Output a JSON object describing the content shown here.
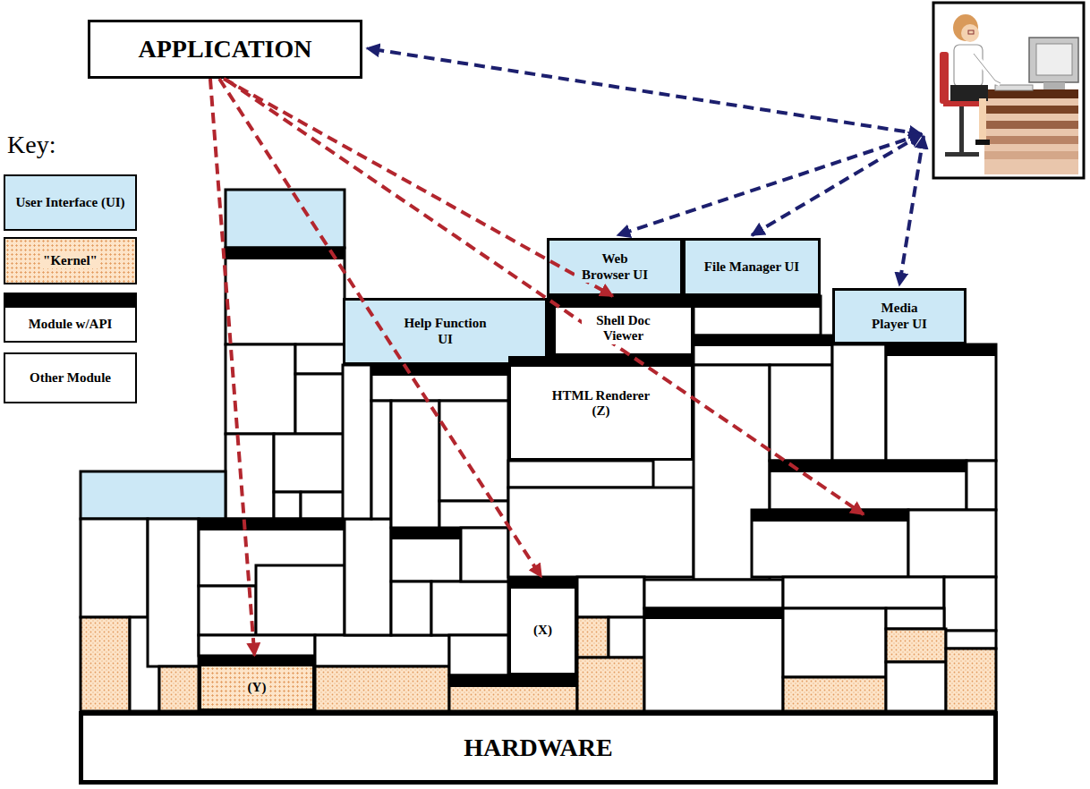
{
  "diagram": {
    "nodes": [
      {
        "text": [
          "APPLICATION"
        ]
      },
      {
        "text": [
          "Help Function UI"
        ]
      },
      {
        "text": [
          "Web Browser UI"
        ]
      },
      {
        "text": [
          "File Manager UI"
        ]
      },
      {
        "text": [
          "Shell Doc Viewer"
        ]
      },
      {
        "text": [
          "Media Player UI"
        ]
      },
      {
        "text": [
          "HTML Renderer (Z)"
        ]
      },
      {
        "text": [
          "(X)"
        ]
      },
      {
        "text": [
          "(Y)"
        ]
      },
      {
        "text": [
          "HARDWARE"
        ]
      }
    ],
    "edges": [
      {
        "from": 0,
        "to": 8,
        "arrow": "to"
      },
      {
        "from": 0,
        "to": 7,
        "arrow": "to"
      },
      {
        "from": 0,
        "to": 4,
        "arrow": "to"
      }
    ],
    "labels": [
      "Key:"
    ],
    "legend": [
      {
        "text": "User Interface (UI)",
        "color": "#cce8f6"
      },
      {
        "text": "\"Kernel\"",
        "color": "#fde4c8"
      },
      {
        "text": "Module w/API"
      },
      {
        "text": "Other Module"
      }
    ]
  }
}
